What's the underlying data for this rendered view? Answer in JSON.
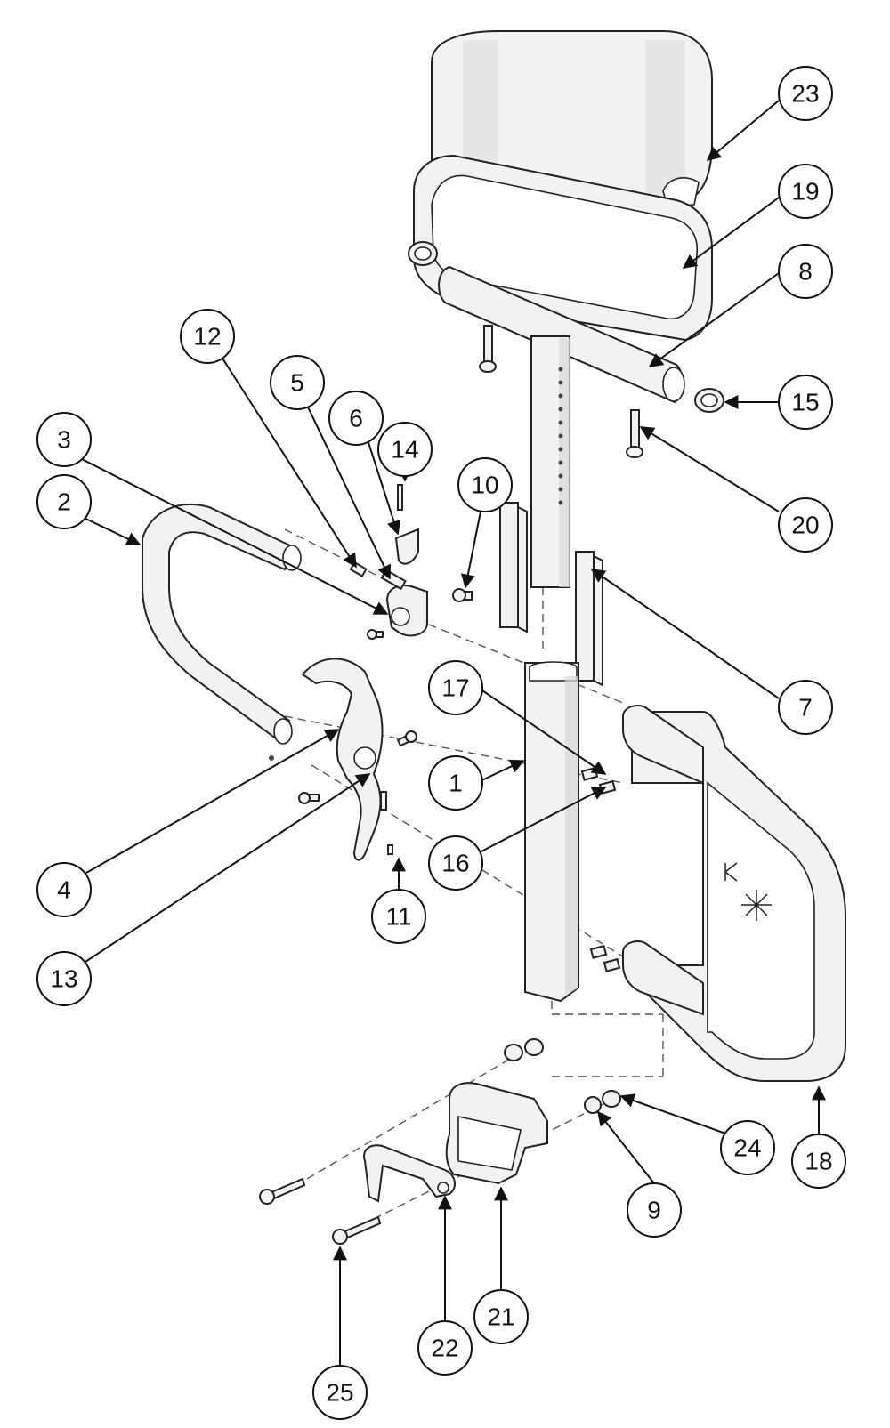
{
  "diagram": {
    "callouts": [
      {
        "id": "23",
        "label": "23"
      },
      {
        "id": "19",
        "label": "19"
      },
      {
        "id": "8",
        "label": "8"
      },
      {
        "id": "15",
        "label": "15"
      },
      {
        "id": "20",
        "label": "20"
      },
      {
        "id": "12",
        "label": "12"
      },
      {
        "id": "5",
        "label": "5"
      },
      {
        "id": "6",
        "label": "6"
      },
      {
        "id": "14",
        "label": "14"
      },
      {
        "id": "3",
        "label": "3"
      },
      {
        "id": "2",
        "label": "2"
      },
      {
        "id": "10",
        "label": "10"
      },
      {
        "id": "7",
        "label": "7"
      },
      {
        "id": "17",
        "label": "17"
      },
      {
        "id": "1",
        "label": "1"
      },
      {
        "id": "16",
        "label": "16"
      },
      {
        "id": "4",
        "label": "4"
      },
      {
        "id": "11",
        "label": "11"
      },
      {
        "id": "13",
        "label": "13"
      },
      {
        "id": "24",
        "label": "24"
      },
      {
        "id": "18",
        "label": "18"
      },
      {
        "id": "9",
        "label": "9"
      },
      {
        "id": "21",
        "label": "21"
      },
      {
        "id": "22",
        "label": "22"
      },
      {
        "id": "25",
        "label": "25"
      }
    ]
  }
}
